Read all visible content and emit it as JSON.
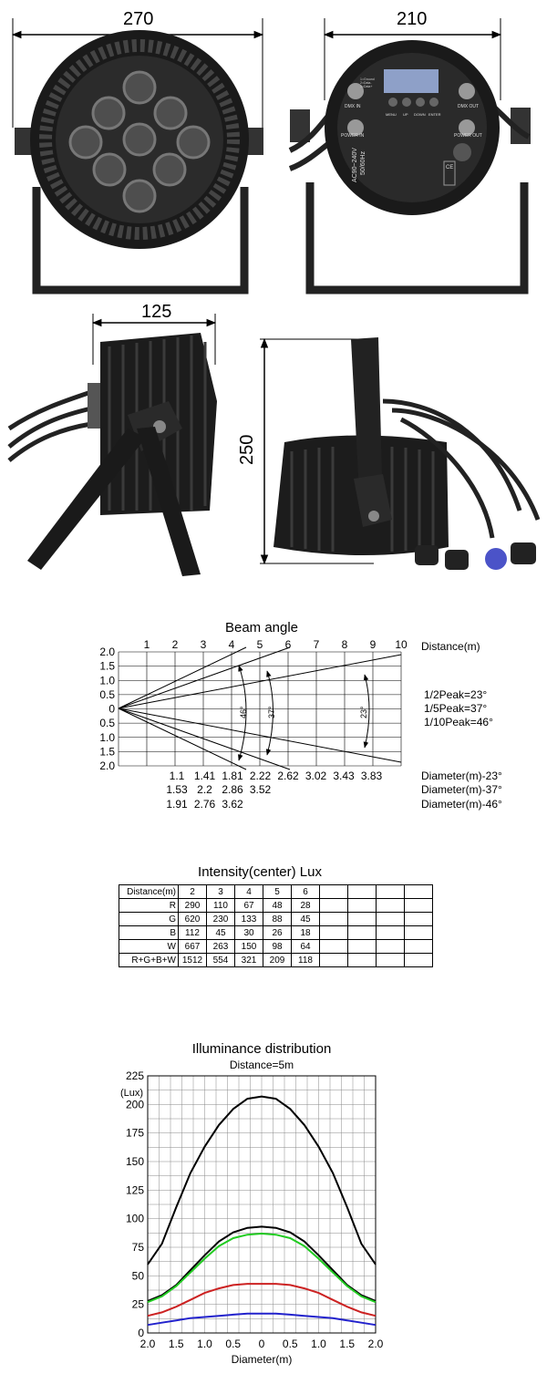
{
  "dimensions": {
    "front_width": "270",
    "back_width": "210",
    "side_depth": "125",
    "height": "250"
  },
  "rear_panel": {
    "dmx_in": "DMX IN",
    "dmx_out": "DMX OUT",
    "power_in": "POWER IN",
    "power_out": "POWER OUT",
    "pin_legend": [
      "1=Ground",
      "2=Data-",
      "3=Data+"
    ],
    "buttons": [
      "MENU",
      "UP",
      "DOWN",
      "ENTER"
    ],
    "voltage": "AC90~240V",
    "frequency": "50/60Hz",
    "ce_mark": "CE"
  },
  "beam_angle": {
    "title": "Beam angle",
    "distance_label": "Distance(m)",
    "x_ticks": [
      "1",
      "2",
      "3",
      "4",
      "5",
      "6",
      "7",
      "8",
      "9",
      "10"
    ],
    "y_ticks": [
      "2.0",
      "1.5",
      "1.0",
      "0.5",
      "0",
      "0.5",
      "1.0",
      "1.5",
      "2.0"
    ],
    "peaks": [
      "1/2Peak=23°",
      "1/5Peak=37°",
      "1/10Peak=46°"
    ],
    "angle_marks": [
      "46°",
      "37°",
      "23°"
    ],
    "diam_row1": [
      "1.1",
      "1.41",
      "1.81",
      "2.22",
      "2.62",
      "3.02",
      "3.43",
      "3.83"
    ],
    "diam_row2": [
      "1.53",
      "2.2",
      "2.86",
      "3.52"
    ],
    "diam_row3": [
      "1.91",
      "2.76",
      "3.62"
    ],
    "diam_labels": [
      "Diameter(m)-23°",
      "Diameter(m)-37°",
      "Diameter(m)-46°"
    ]
  },
  "intensity": {
    "title": "Intensity(center) Lux",
    "header": [
      "Distance(m)",
      "2",
      "3",
      "4",
      "5",
      "6"
    ],
    "rows": [
      [
        "R",
        "290",
        "110",
        "67",
        "48",
        "28"
      ],
      [
        "G",
        "620",
        "230",
        "133",
        "88",
        "45"
      ],
      [
        "B",
        "112",
        "45",
        "30",
        "26",
        "18"
      ],
      [
        "W",
        "667",
        "263",
        "150",
        "98",
        "64"
      ],
      [
        "R+G+B+W",
        "1512",
        "554",
        "321",
        "209",
        "118"
      ]
    ]
  },
  "chart_data": {
    "type": "line",
    "title": "Illuminance distribution",
    "subtitle": "Distance=5m",
    "xlabel": "Diameter(m)",
    "ylabel": "(Lux)",
    "x_tick_labels": [
      "2.0",
      "1.5",
      "1.0",
      "0.5",
      "0",
      "0.5",
      "1.0",
      "1.5",
      "2.0"
    ],
    "y_ticks": [
      "0",
      "25",
      "50",
      "75",
      "100",
      "125",
      "150",
      "175",
      "200",
      "225"
    ],
    "xlim": [
      -2,
      2
    ],
    "ylim": [
      0,
      225
    ],
    "grid": true,
    "x": [
      -2,
      -1.75,
      -1.5,
      -1.25,
      -1,
      -0.75,
      -0.5,
      -0.25,
      0,
      0.25,
      0.5,
      0.75,
      1,
      1.25,
      1.5,
      1.75,
      2
    ],
    "series": [
      {
        "color": "#000000",
        "values": [
          60,
          78,
          110,
          140,
          163,
          182,
          196,
          205,
          207,
          205,
          196,
          182,
          163,
          140,
          110,
          78,
          60
        ]
      },
      {
        "color": "#000000",
        "values": [
          28,
          33,
          42,
          55,
          68,
          80,
          88,
          92,
          93,
          92,
          88,
          80,
          68,
          55,
          42,
          33,
          28
        ]
      },
      {
        "color": "#22cc22",
        "values": [
          27,
          32,
          41,
          53,
          65,
          76,
          83,
          86,
          87,
          86,
          83,
          76,
          65,
          53,
          41,
          32,
          27
        ]
      },
      {
        "color": "#cc2222",
        "values": [
          15,
          18,
          23,
          29,
          35,
          39,
          42,
          43,
          43,
          43,
          42,
          39,
          35,
          29,
          23,
          18,
          15
        ]
      },
      {
        "color": "#2222cc",
        "values": [
          7,
          9,
          11,
          13,
          14,
          15,
          16,
          17,
          17,
          17,
          16,
          15,
          14,
          13,
          11,
          9,
          7
        ]
      }
    ]
  }
}
